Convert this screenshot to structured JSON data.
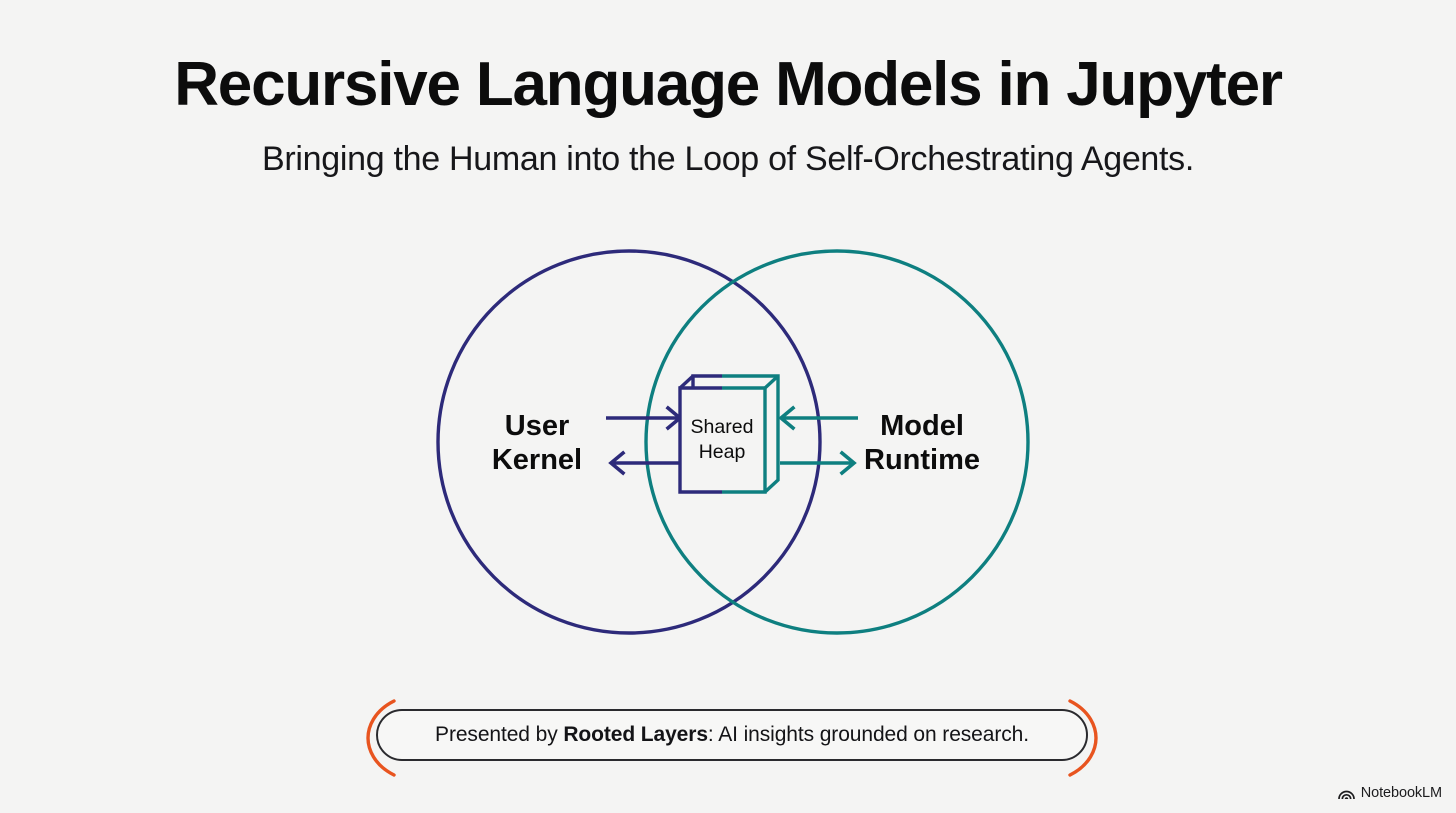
{
  "slide": {
    "background_color": "#f4f4f3",
    "title": "Recursive Language Models in Jupyter",
    "subtitle": "Bringing the Human into the Loop of Self-Orchestrating Agents."
  },
  "colors": {
    "purple": "#2d2a7a",
    "teal": "#0e7f80",
    "orange": "#e8541f",
    "text": "#0c0c0c",
    "pill_border": "#2a2a2e"
  },
  "diagram": {
    "type": "venn",
    "left_circle": {
      "label_line1": "User",
      "label_line2": "Kernel",
      "color": "#2d2a7a"
    },
    "right_circle": {
      "label_line1": "Model",
      "label_line2": "Runtime",
      "color": "#0e7f80"
    },
    "center_node": {
      "label_line1": "Shared",
      "label_line2": "Heap",
      "shape": "cube"
    },
    "arrows": [
      {
        "name": "user-to-heap",
        "direction": "right",
        "color": "#2d2a7a"
      },
      {
        "name": "heap-to-user",
        "direction": "left",
        "color": "#2d2a7a"
      },
      {
        "name": "model-to-heap",
        "direction": "left",
        "color": "#0e7f80"
      },
      {
        "name": "heap-to-model",
        "direction": "right",
        "color": "#0e7f80"
      }
    ]
  },
  "footer": {
    "prefix": "Presented by ",
    "brand": "Rooted Layers",
    "suffix": ": AI insights grounded on research.",
    "bracket_color": "#e8541f"
  },
  "watermark": {
    "label": "NotebookLM",
    "icon": "notebooklm-arc-icon"
  }
}
